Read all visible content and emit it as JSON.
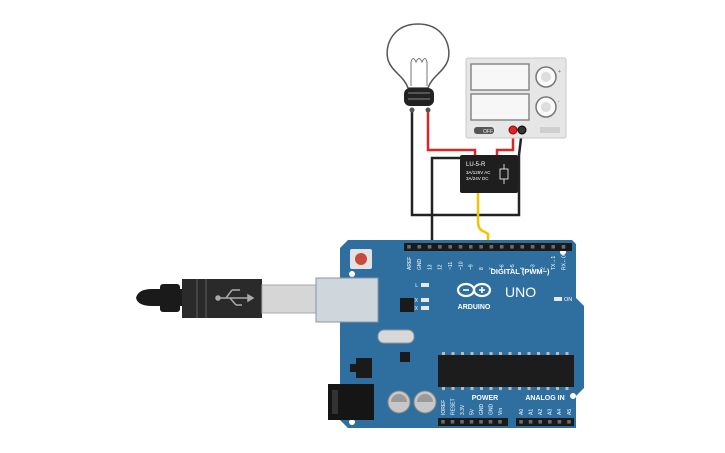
{
  "board": {
    "name": "UNO",
    "brand": "ARDUINO",
    "digital_label": "DIGITAL (PWM~)",
    "power_label": "POWER",
    "analog_label": "ANALOG IN",
    "on_label": "ON",
    "led_l": "L",
    "led_tx": "TX",
    "led_rx": "RX",
    "digital_pins": [
      "AREF",
      "GND",
      "13",
      "12",
      "~11",
      "~10",
      "~9",
      "8",
      "7",
      "~6",
      "~5",
      "4",
      "~3",
      "2",
      "TX→1",
      "RX←0"
    ],
    "power_pins": [
      "IOREF",
      "RESET",
      "3.3V",
      "5V",
      "GND",
      "GND",
      "Vin"
    ],
    "analog_pins": [
      "A0",
      "A1",
      "A2",
      "A3",
      "A4",
      "A5"
    ],
    "color": "#2f6fa0"
  },
  "relay": {
    "model": "LU-5-R",
    "rating1": "3A/125V AC",
    "rating2": "3A/24V DC"
  },
  "power_supply": {
    "switch_label": "OFF",
    "plus_label": "+",
    "minus_label": "-"
  },
  "bulb": {
    "state": "off"
  },
  "wires": {
    "red": "#d9262b",
    "black": "#222222",
    "yellow": "#f2c400"
  }
}
